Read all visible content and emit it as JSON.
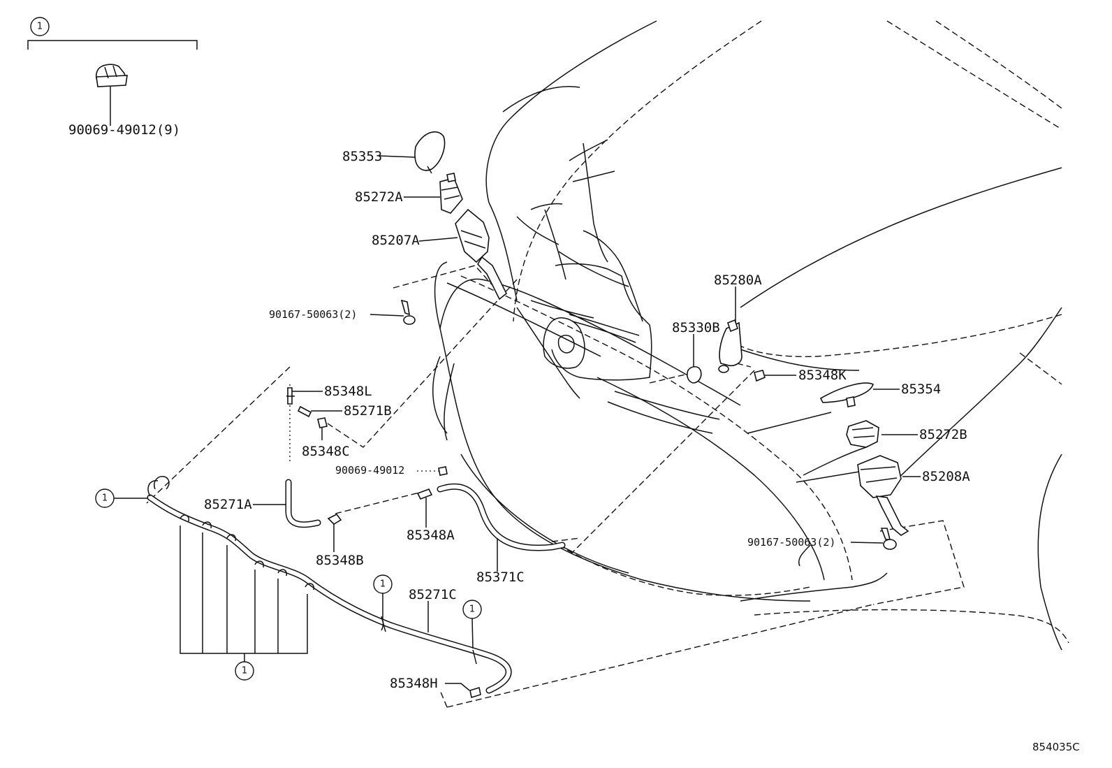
{
  "figure_code": "854035C",
  "ref_marker": "1",
  "labels": {
    "clip": "90069-49012(9)",
    "p85353": "85353",
    "p85272A": "85272A",
    "p85207A": "85207A",
    "p90167_a": "90167-50063(2)",
    "p85280A": "85280A",
    "p85330B": "85330B",
    "p85348K": "85348K",
    "p85354": "85354",
    "p85272B": "85272B",
    "p85208A": "85208A",
    "p90167_b": "90167-50063(2)",
    "p85348L": "85348L",
    "p85271B": "85271B",
    "p85348C": "85348C",
    "p90069": "90069-49012",
    "p85271A": "85271A",
    "p85348B": "85348B",
    "p85348A": "85348A",
    "p85371C": "85371C",
    "p85271C": "85271C",
    "p85348H": "85348H"
  }
}
